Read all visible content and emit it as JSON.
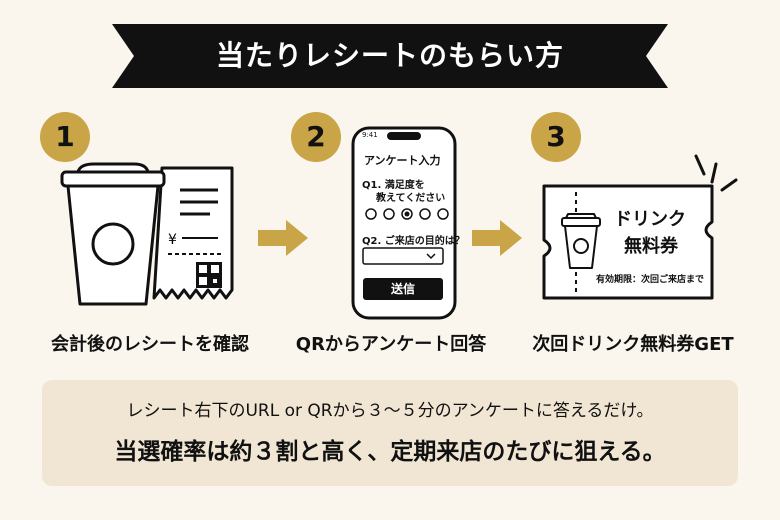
{
  "title": "当たりレシートのもらい方",
  "steps": [
    {
      "number": "1",
      "label": "会計後のレシートを確認"
    },
    {
      "number": "2",
      "label": "QRからアンケート回答"
    },
    {
      "number": "3",
      "label": "次回ドリンク無料券GET"
    }
  ],
  "receipt": {
    "yen_symbol": "¥"
  },
  "phone": {
    "time": "9:41",
    "header": "アンケート入力",
    "q1_line1": "Q1. 満足度を",
    "q1_line2": "教えてください",
    "q2": "Q2. ご来店の目的は？",
    "submit_label": "送信"
  },
  "ticket": {
    "title_line1": "ドリンク",
    "title_line2": "無料券",
    "expiry": "有効期限：次回ご来店まで"
  },
  "note": {
    "line1": "レシート右下のURL or QRから３～５分のアンケートに答えるだけ。",
    "line2": "当選確率は約３割と高く、定期来店のたびに狙える。"
  },
  "colors": {
    "accent": "#c9a548",
    "banner": "#111111",
    "background": "#faf6ee",
    "note_background": "#f1e6d3"
  }
}
